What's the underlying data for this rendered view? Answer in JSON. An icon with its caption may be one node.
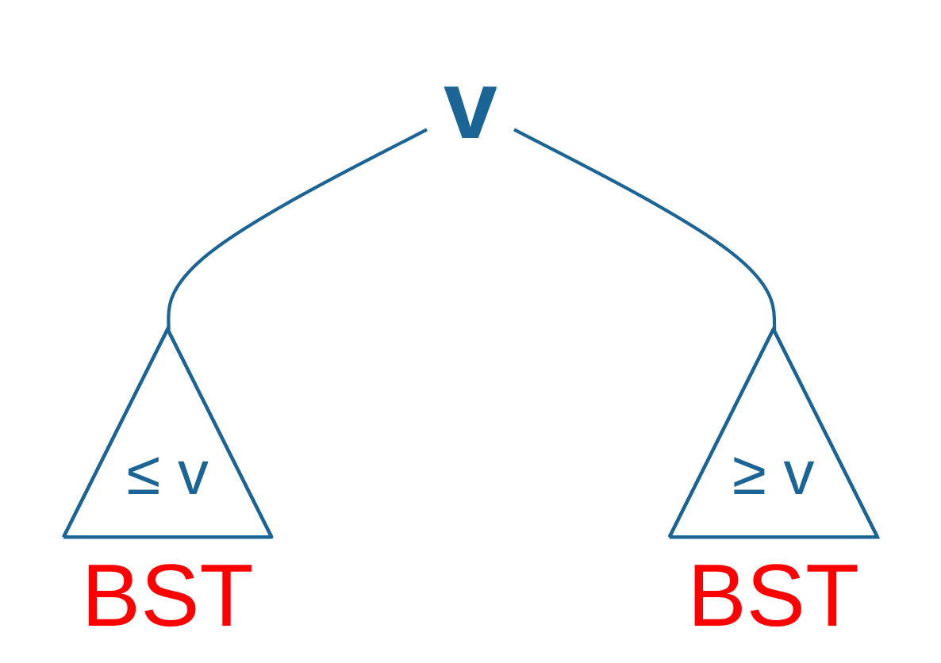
{
  "diagram": {
    "nodes": [
      {
        "text": [
          "v"
        ]
      },
      {
        "text": [
          "≤ v"
        ],
        "beside": [
          "BST"
        ]
      },
      {
        "text": [
          "≥ v"
        ],
        "beside": [
          "BST"
        ]
      }
    ],
    "edges": [
      {
        "from": 0,
        "to": 1,
        "arrow": "none"
      },
      {
        "from": 0,
        "to": 2,
        "arrow": "none"
      }
    ]
  }
}
